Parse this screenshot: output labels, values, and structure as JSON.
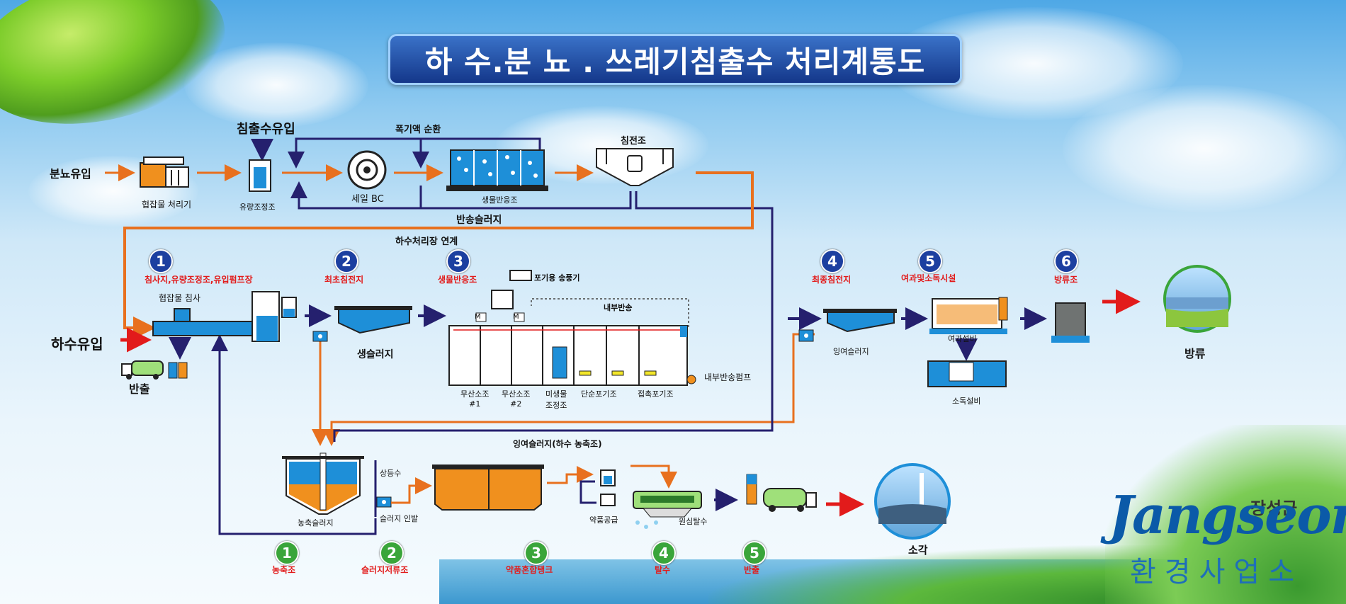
{
  "title": "하 수.분 뇨 . 쓰레기침출수 처리계통도",
  "top_flow": {
    "manure_inflow": "분뇨유입",
    "leachate_inflow": "침출수유입",
    "screening": "협잡물 처리기",
    "flow_equalization": "유량조정조",
    "sail_bc": "세일 BC",
    "aeration_recycle": "폭기액 순환",
    "bio_reactor": "생물반응조",
    "settling_tank": "침전조",
    "return_sludge": "반송슬러지",
    "sewage_link": "하수처리장 연계"
  },
  "main_flow": {
    "sewage_inflow": "하수유입",
    "export": "반출",
    "screen_grit": "협잡물 침사",
    "raw_sludge": "생슬러지",
    "blower": "포기용 송풍기",
    "internal_return": "내부반송",
    "internal_return_pump": "내부반송펌프",
    "anoxic1": "무산소조\n#1",
    "anoxic2": "무산소조\n#2",
    "micro_adjust": "미생물\n조정조",
    "simple_aeration": "단순포기조",
    "contact_aeration": "접촉포기조",
    "excess_sludge": "잉여슬러지",
    "filter_equipment": "여과설비",
    "disinfection_equipment": "소독설비",
    "discharge": "방류",
    "motor_label": "M",
    "stages": [
      {
        "num": "1",
        "label": "침사지,유량조정조,유입펌프장"
      },
      {
        "num": "2",
        "label": "최초침전지"
      },
      {
        "num": "3",
        "label": "생물반응조"
      },
      {
        "num": "4",
        "label": "최종침전지"
      },
      {
        "num": "5",
        "label": "여과및소독시설"
      },
      {
        "num": "6",
        "label": "방류조"
      }
    ]
  },
  "sludge_flow": {
    "excess_sludge_thickener": "잉여슬러지(하수 농축조)",
    "supernatant": "상등수",
    "sludge_withdrawal": "슬러지 인발",
    "thickened_sludge": "농축슬러지",
    "chemical_feed": "약품공급",
    "centrifugal_dewatering": "원심탈수",
    "incineration": "소각",
    "stages": [
      {
        "num": "1",
        "label": "농축조"
      },
      {
        "num": "2",
        "label": "슬러지저류조"
      },
      {
        "num": "3",
        "label": "약품혼합탱크"
      },
      {
        "num": "4",
        "label": "탈수"
      },
      {
        "num": "5",
        "label": "반출"
      }
    ]
  },
  "logo": {
    "county": "장성군",
    "brand": "Jangseong",
    "org": "환경사업소"
  },
  "colors": {
    "orange_flow": "#e8701e",
    "navy_flow": "#25206e",
    "red_arrow": "#e21b1b",
    "tank_blue": "#1e8fd8",
    "sludge_orange": "#f0901e"
  }
}
